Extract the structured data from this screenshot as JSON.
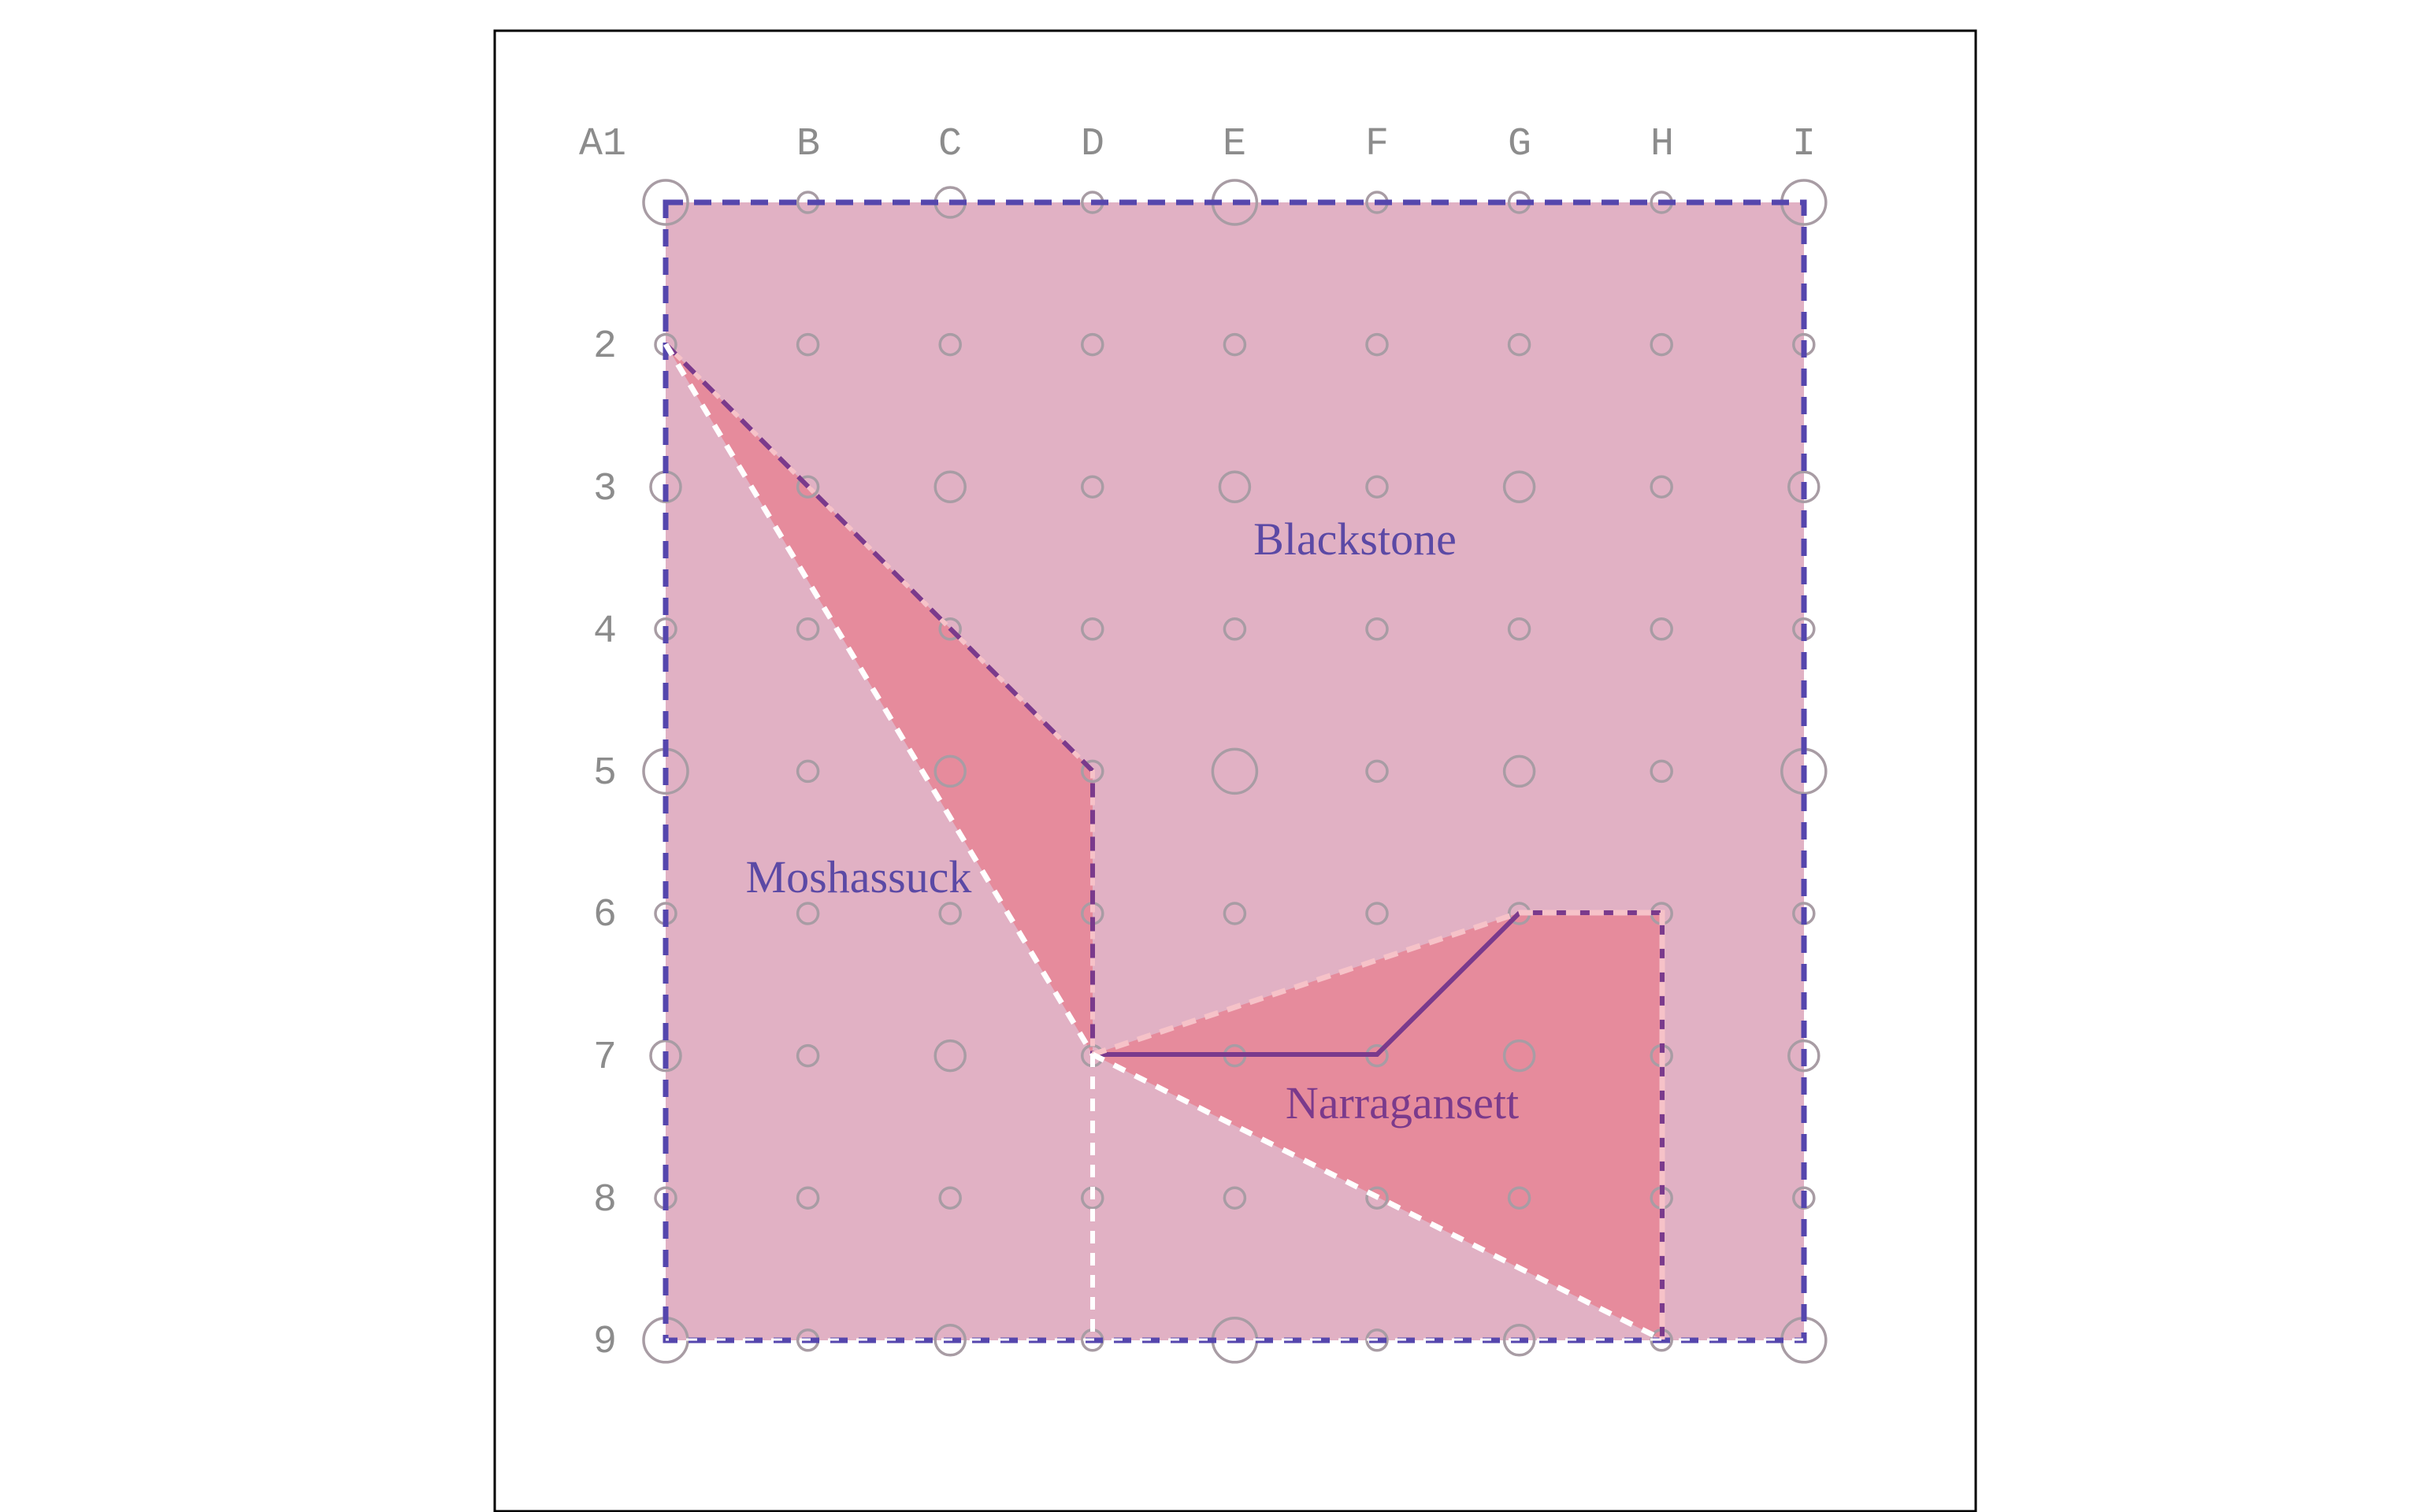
{
  "grid": {
    "columns": [
      "A1",
      "B",
      "C",
      "D",
      "E",
      "F",
      "G",
      "H",
      "I"
    ],
    "rows": [
      "2",
      "3",
      "4",
      "5",
      "6",
      "7",
      "8",
      "9"
    ]
  },
  "regions": [
    {
      "id": "blackstone",
      "label": "Blackstone",
      "label_cell": "F3",
      "shape": "rectangle A1–I9",
      "fill": "#e1b1c4",
      "label_color": "#5b49a5"
    },
    {
      "id": "moshassuck",
      "label": "Moshassuck",
      "label_cell": "B6",
      "fill": "#e1b1c4",
      "label_color": "#5b49a5"
    },
    {
      "id": "narragansett",
      "label": "Narragansett",
      "label_cell": "F7",
      "fill": "#e68b9c",
      "label_color": "#7a3a8c"
    }
  ],
  "colors": {
    "border_blue": "#5546ad",
    "line_purple": "#7a3a8c",
    "dash_pink": "#f6c2c8",
    "dash_white": "#ffffff",
    "overlap_fill": "#e68b9c",
    "grid_dot": "#a89ca4",
    "frame": "#000000"
  }
}
